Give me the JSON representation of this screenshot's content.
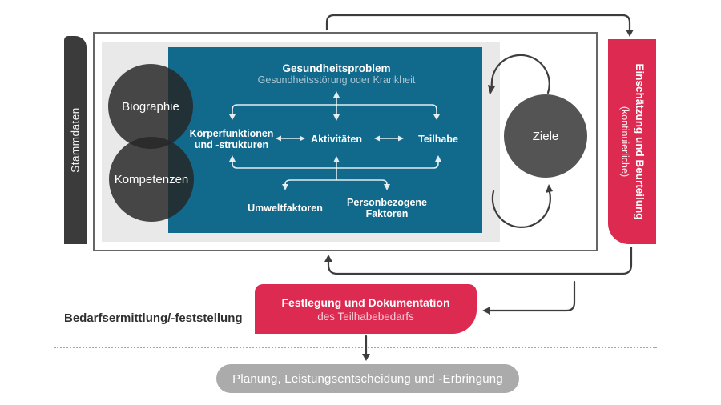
{
  "colors": {
    "teal": "#11698c",
    "crimson": "#dc2a51",
    "bar_gray": "#3b3b3b",
    "circle_gray": "#4c4c4c",
    "panel_gray": "#e9e9e9",
    "pill_gray": "#ababab",
    "arrow_dark": "#3d3d3d",
    "arrow_light": "#e3eef3"
  },
  "left_bar": {
    "label": "Stammdaten"
  },
  "circles": {
    "biography": "Biographie",
    "competencies": "Kompetenzen",
    "goals": "Ziele"
  },
  "icf": {
    "title": "Gesundheitsproblem",
    "subtitle": "Gesundheitsstörung oder Krankheit",
    "body_functions_line1": "Körperfunktionen",
    "body_functions_line2": "und -strukturen",
    "activities": "Aktivitäten",
    "participation": "Teilhabe",
    "environment": "Umweltfaktoren",
    "personal_line1": "Personbezogene",
    "personal_line2": "Faktoren"
  },
  "right_bar": {
    "bold_line": "Einschätzung und Beurteilung",
    "light_line": "(kontinuierliche)"
  },
  "decision_box": {
    "line1": "Festlegung und Dokumentation",
    "line2": "des Teilhabebedarfs"
  },
  "section_label": "Bedarfsermittlung/-feststellung",
  "bottom_pill": "Planung, Leistungsentscheidung und -Erbringung"
}
